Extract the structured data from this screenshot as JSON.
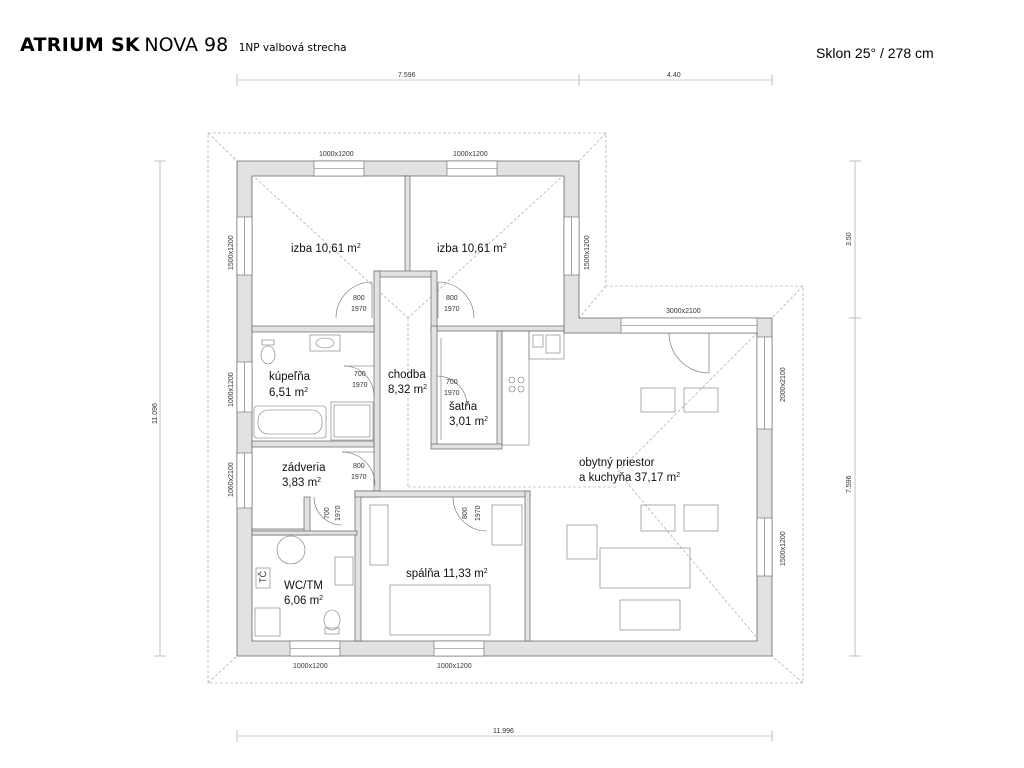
{
  "header": {
    "brand": "ATRIUM SK",
    "model": "NOVA 98",
    "subtitle": "1NP  valbová strecha",
    "slope": "Sklon 25° / 278 cm"
  },
  "dimensions": {
    "top_left": "7.596",
    "top_right": "4.40",
    "bottom": "11.996",
    "left": "11.096",
    "right_top": "3.50",
    "right_bottom": "7.596"
  },
  "rooms": {
    "izba1": {
      "name": "izba",
      "area": "10,61 m"
    },
    "izba2": {
      "name": "izba",
      "area": "10,61 m"
    },
    "kupelna": {
      "name": "kúpeľňa",
      "area": "6,51 m"
    },
    "chodba": {
      "name": "chodba",
      "area": "8,32 m"
    },
    "satna": {
      "name": "šatňa",
      "area": "3,01 m"
    },
    "zadveria": {
      "name": "zádveria",
      "area": "3,83 m"
    },
    "wc": {
      "name": "WC/TM",
      "area": "6,06 m"
    },
    "spalna": {
      "name": "spálňa",
      "area": "11,33 m"
    },
    "obytny": {
      "name1": "obytný priestor",
      "name2": "a kuchyňa",
      "area": "37,17 m"
    }
  },
  "area_unit_exp": "2",
  "windows": {
    "top_left": "1000x1200",
    "top_mid": "1000x1200",
    "living_top": "3000x2100",
    "left_izba": "1500x1200",
    "right_izba": "1500x1200",
    "left_kupelna": "1000x1200",
    "left_zadveria": "1060x2100",
    "right_living_top": "2000x2100",
    "right_living_bottom": "1500x1200",
    "bottom_left": "1000x1200",
    "bottom_mid": "1000x1200"
  },
  "doors": {
    "izba1": [
      "800",
      "1970"
    ],
    "izba2": [
      "800",
      "1970"
    ],
    "kupelna": [
      "700",
      "1970"
    ],
    "satna": [
      "700",
      "1970"
    ],
    "zadveria": [
      "800",
      "1970"
    ],
    "wc": [
      "700",
      "1970"
    ],
    "spalna": [
      "800",
      "1970"
    ]
  },
  "symbols": {
    "heat_pump": "TČ"
  }
}
